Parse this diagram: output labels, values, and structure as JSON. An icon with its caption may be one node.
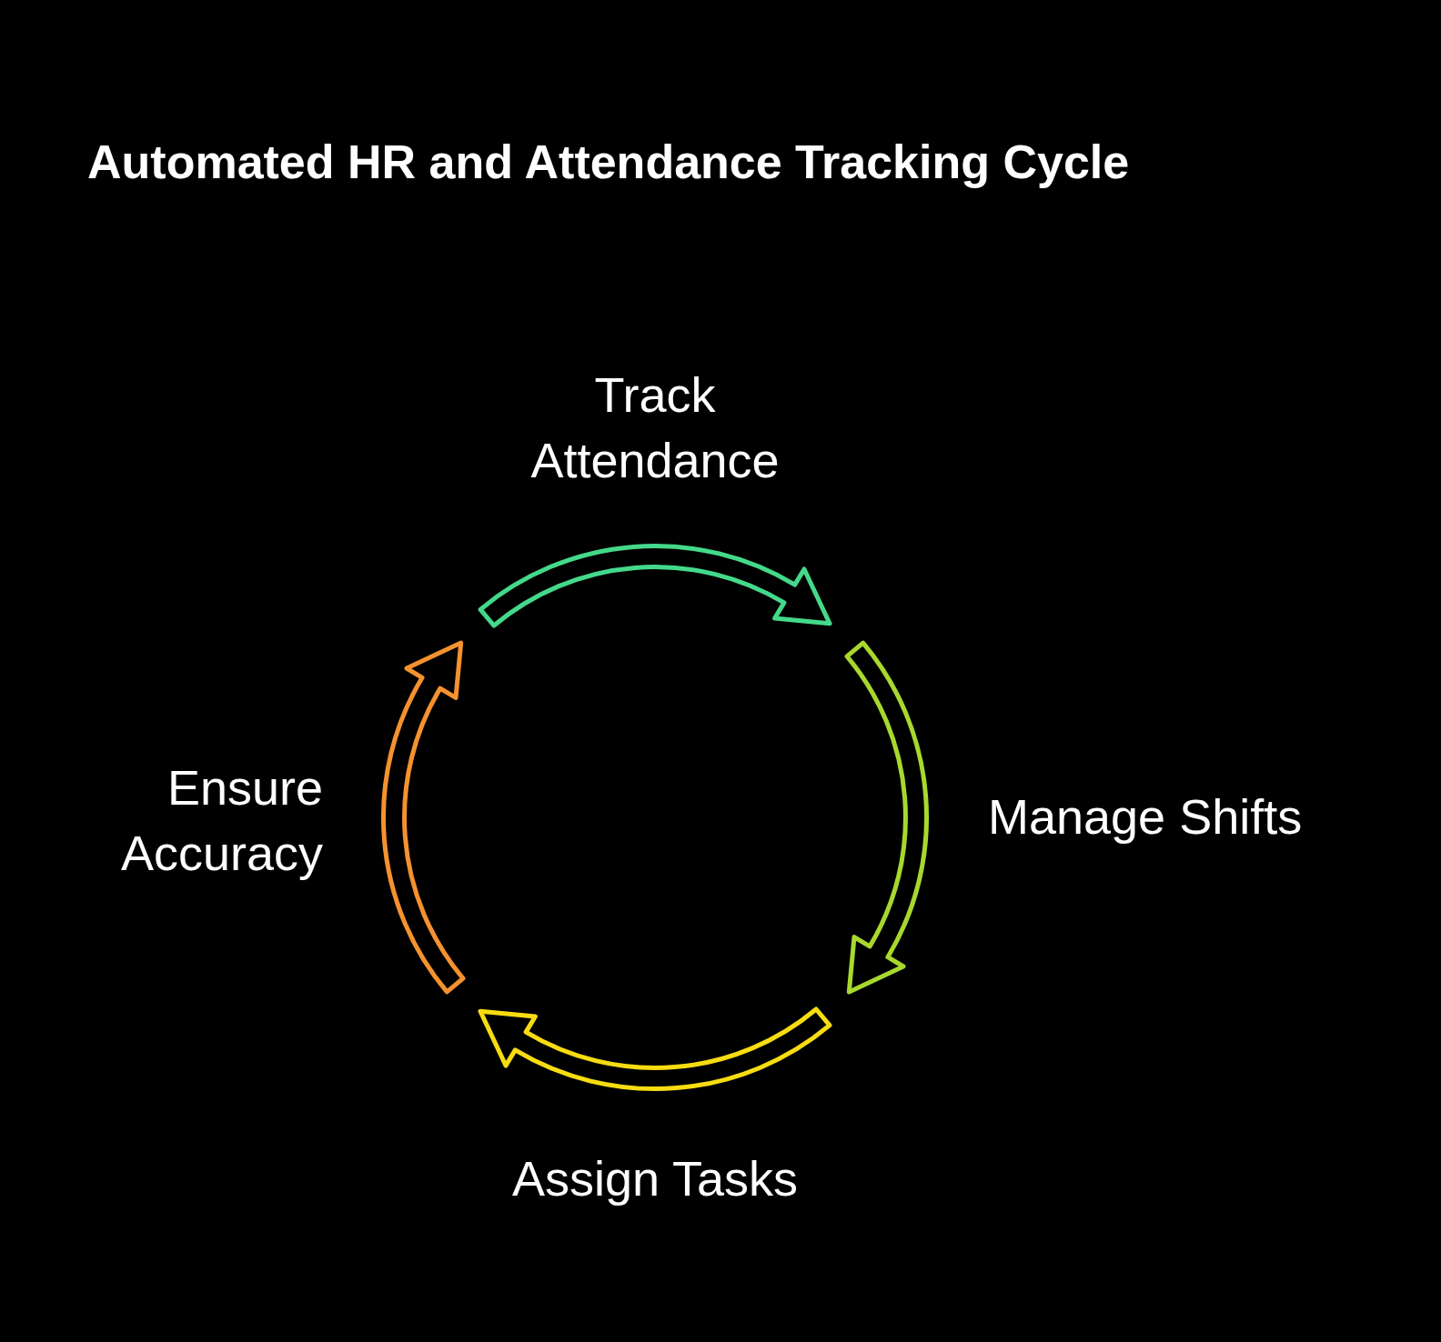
{
  "diagram": {
    "title": "Automated HR and Attendance Tracking Cycle",
    "nodes": [
      {
        "text": [
          "Track Attendance"
        ]
      },
      {
        "text": [
          "Manage Shifts"
        ]
      },
      {
        "text": [
          "Assign Tasks"
        ]
      },
      {
        "text": [
          "Ensure Accuracy"
        ]
      }
    ]
  }
}
